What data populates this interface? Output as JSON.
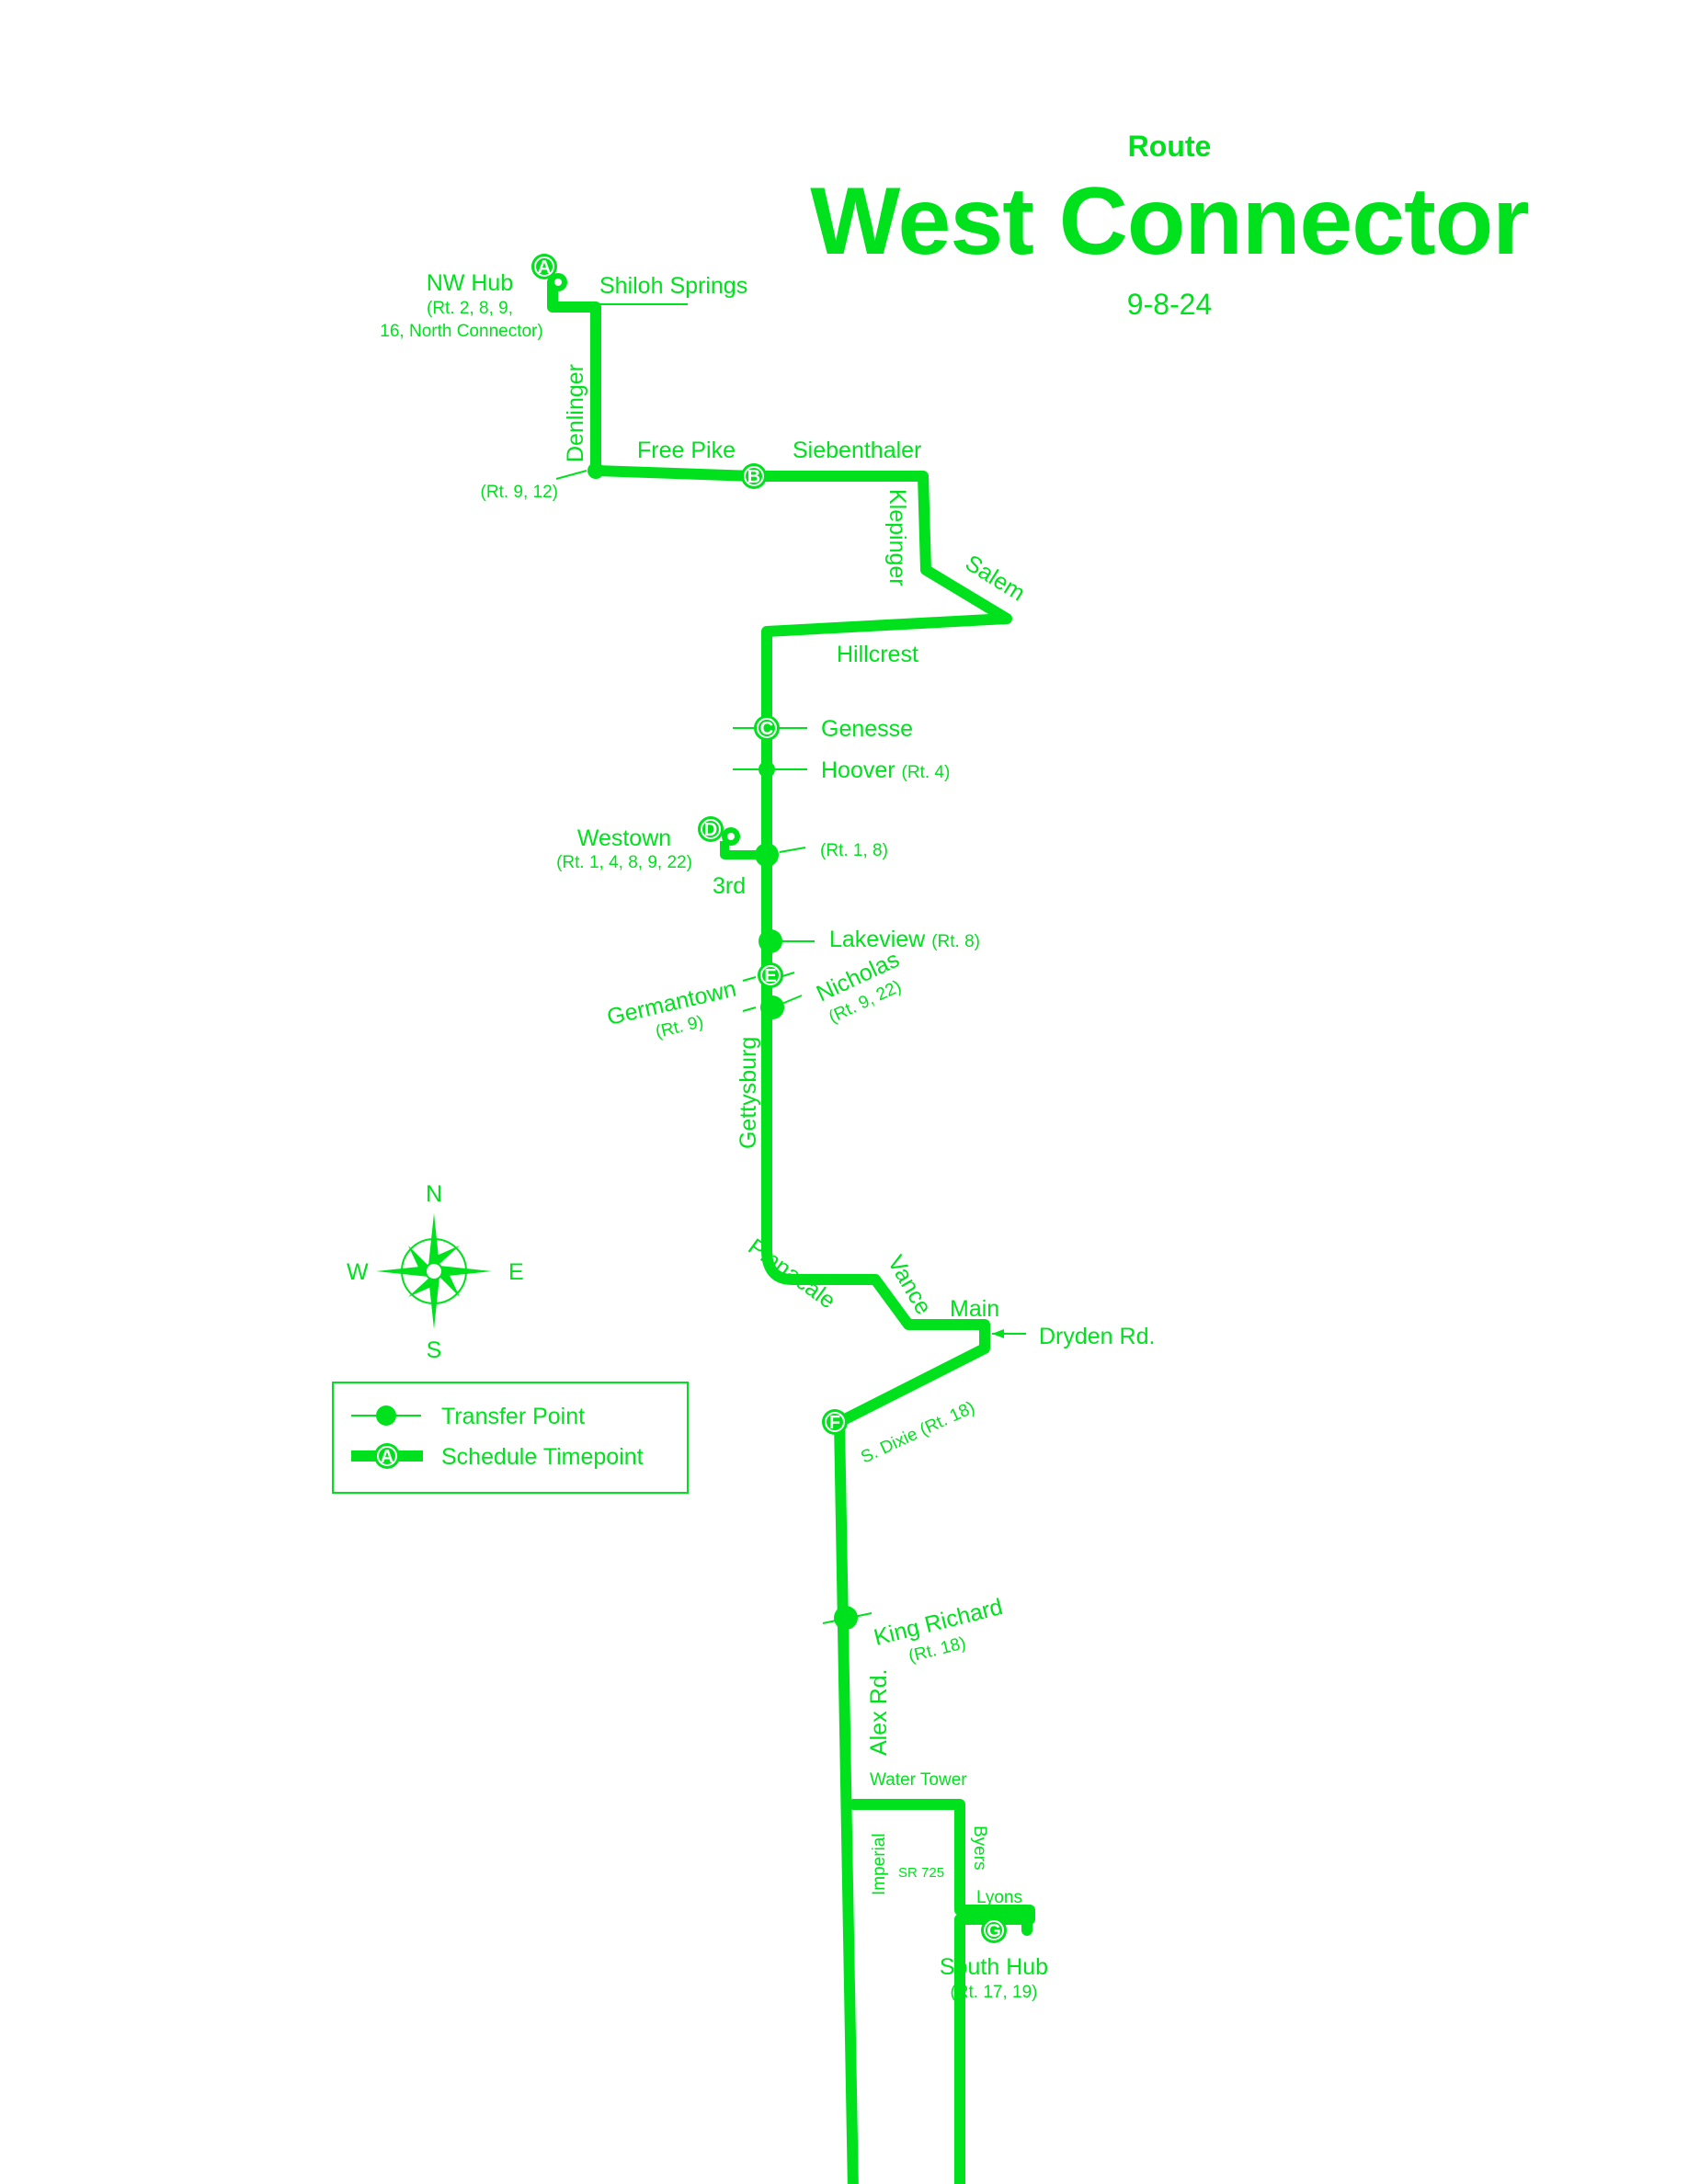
{
  "colors": {
    "route": "#00e11e",
    "background": "#ffffff",
    "timepoint_text": "#ffffff"
  },
  "header": {
    "kicker": "Route",
    "title": "West Connector",
    "date": "9-8-24"
  },
  "places": {
    "nw_hub": {
      "name": "NW Hub",
      "routes_line1": "(Rt. 2, 8, 9,",
      "routes_line2": "16, North Connector)"
    },
    "westown": {
      "name": "Westown",
      "routes": "(Rt. 1, 4, 8, 9, 22)"
    },
    "south_hub": {
      "name": "South Hub",
      "routes": "(Rt. 17, 19)"
    }
  },
  "streets": {
    "shiloh_springs": "Shiloh Springs",
    "denlinger": "Denlinger",
    "free_pike": "Free Pike",
    "siebenthaler": "Siebenthaler",
    "klepinger": "Klepinger",
    "salem": "Salem",
    "hillcrest": "Hillcrest",
    "genesse": "Genesse",
    "hoover": "Hoover",
    "hoover_routes": "(Rt. 4)",
    "third": "3rd",
    "lakeview": "Lakeview",
    "lakeview_routes": "(Rt. 8)",
    "germantown": "Germantown",
    "germantown_routes": "(Rt. 9)",
    "nicholas": "Nicholas",
    "nicholas_routes": "(Rt. 9, 22)",
    "gettysburg": "Gettysburg",
    "pinnacale": "Pinnacale",
    "vance": "Vance",
    "main": "Main",
    "dryden": "Dryden Rd.",
    "s_dixie": "S. Dixie (Rt. 18)",
    "king_richard": "King Richard",
    "king_richard_routes": "(Rt. 18)",
    "alex_rd": "Alex Rd.",
    "water_tower": "Water Tower",
    "imperial": "Imperial",
    "byers": "Byers",
    "sr725": "SR 725",
    "lyons": "Lyons"
  },
  "transfer_labels": {
    "denlinger_free_pike": "(Rt. 9, 12)",
    "third_gettysburg": "(Rt.  1, 8)"
  },
  "timepoints": [
    "A",
    "B",
    "C",
    "D",
    "E",
    "F",
    "G"
  ],
  "compass": {
    "n": "N",
    "s": "S",
    "e": "E",
    "w": "W"
  },
  "legend": {
    "transfer_point": "Transfer Point",
    "schedule_timepoint": "Schedule Timepoint",
    "timepoint_example": "A"
  }
}
